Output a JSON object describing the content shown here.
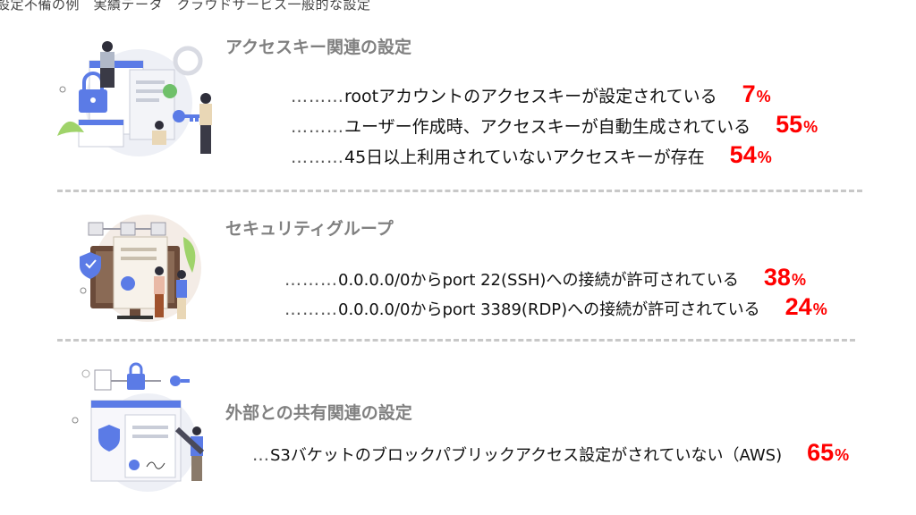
{
  "header": {
    "breadcrumb": "設定不備の例　実績データ　クラウドサービス一般的な設定"
  },
  "sections": [
    {
      "title": "アクセスキー関連の設定",
      "items": [
        {
          "dots": "………",
          "text": "rootアカウントのアクセスキーが設定されている",
          "value": "7",
          "unit": "%"
        },
        {
          "dots": "………",
          "text": "ユーザー作成時、アクセスキーが自動生成されている",
          "value": "55",
          "unit": "%"
        },
        {
          "dots": "………",
          "text": "45日以上利用されていないアクセスキーが存在",
          "value": "54",
          "unit": "%"
        }
      ]
    },
    {
      "title": "セキュリティグループ",
      "items": [
        {
          "dots": "………",
          "text": "0.0.0.0/0からport  22(SSH)への接続が許可されている",
          "value": "38",
          "unit": "%"
        },
        {
          "dots": "………",
          "text": "0.0.0.0/0からport  3389(RDP)への接続が許可されている",
          "value": "24",
          "unit": "%"
        }
      ]
    },
    {
      "title": "外部との共有関連の設定",
      "items": [
        {
          "dots": "…",
          "text": "S3バケットのブロックパブリックアクセス設定がされていない（AWS)",
          "value": "65",
          "unit": "%"
        }
      ]
    }
  ],
  "colors": {
    "highlight": "#ff0000",
    "title": "#808080",
    "accent": "#5b7be6",
    "divider": "#c8c8c8"
  },
  "icons": [
    "access-key-illustration",
    "security-group-illustration",
    "external-sharing-illustration"
  ]
}
